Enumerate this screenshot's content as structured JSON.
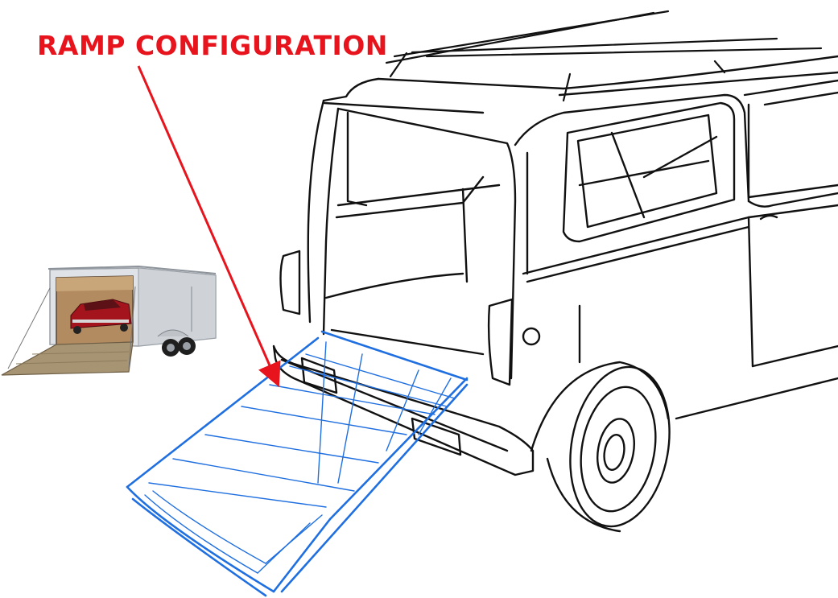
{
  "annotation": {
    "label": "RAMP CONFIGURATION"
  },
  "colors": {
    "label": "#e8141d",
    "arrow": "#e8141d",
    "ramp": "#1f6fe0",
    "ink": "#111111",
    "trailer_body": "#dcdfe3",
    "trailer_interior": "#b08a5e",
    "car": "#a0141c",
    "ramp_photo": "#a59472"
  },
  "components": [
    {
      "name": "van-sketch",
      "icon": "van-line-drawing"
    },
    {
      "name": "ramp-sketch",
      "icon": "fold-out-ramp"
    },
    {
      "name": "trailer-photo",
      "icon": "enclosed-car-trailer-with-ramp"
    }
  ]
}
